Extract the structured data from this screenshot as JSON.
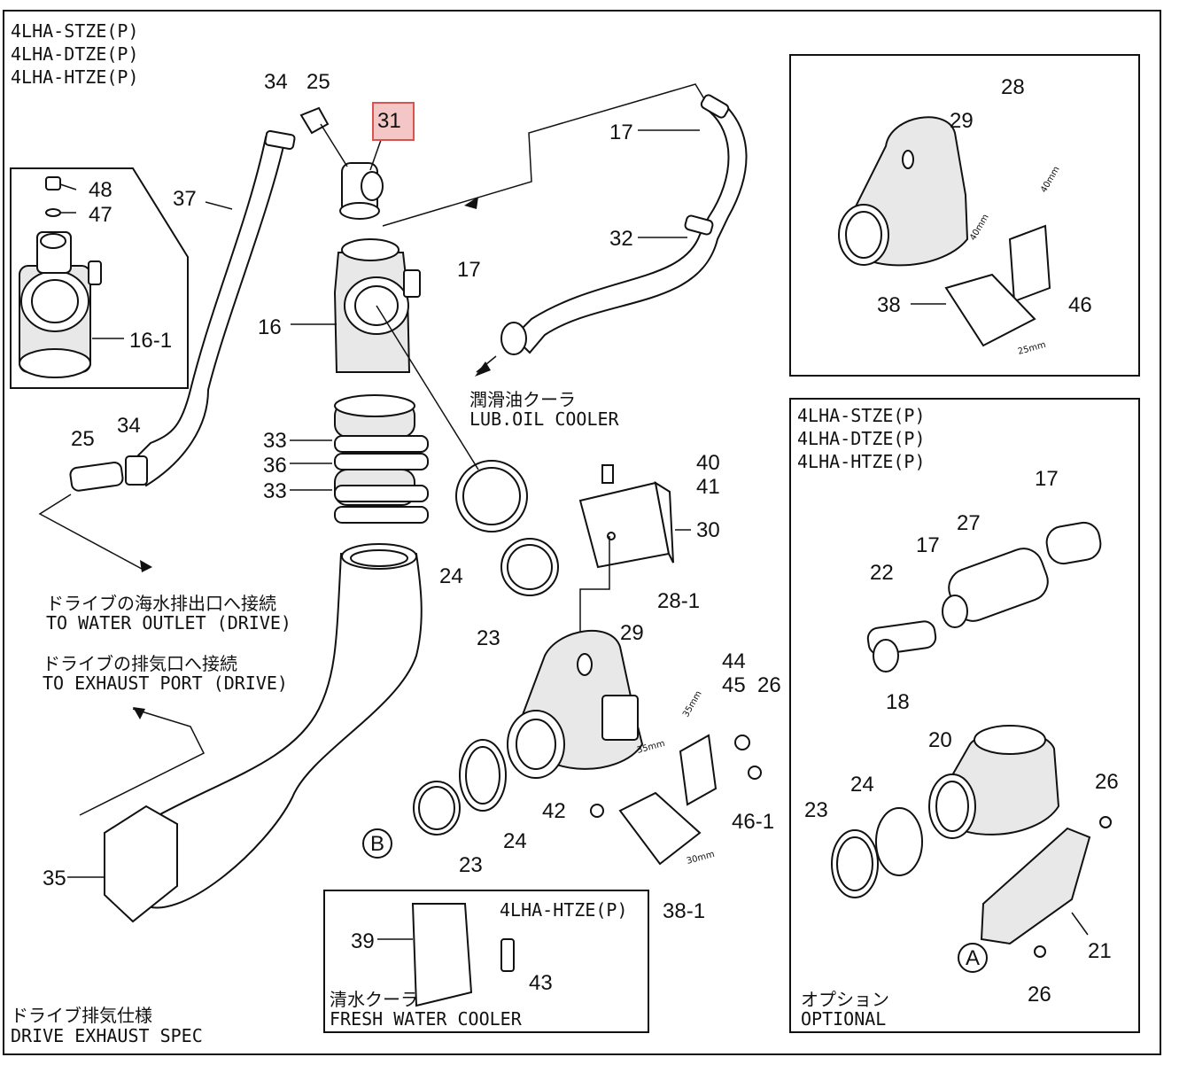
{
  "model_header": [
    "4LHA-STZE(P)",
    "4LHA-DTZE(P)",
    "4LHA-HTZE(P)"
  ],
  "options_header": [
    "4LHA-STZE(P)",
    "4LHA-DTZE(P)",
    "4LHA-HTZE(P)"
  ],
  "captions": {
    "lub_jp": "潤滑油クーラ",
    "lub_en": "LUB.OIL COOLER",
    "water_jp": "ドライブの海水排出口へ接続",
    "water_en": "TO WATER OUTLET (DRIVE)",
    "exhaust_jp": "ドライブの排気口へ接続",
    "exhaust_en": "TO EXHAUST PORT (DRIVE)",
    "spec_jp": "ドライブ排気仕様",
    "spec_en": "DRIVE EXHAUST SPEC",
    "fresh_model": "4LHA-HTZE(P)",
    "fresh_jp": "清水クーラ",
    "fresh_en": "FRESH WATER COOLER",
    "optional_jp": "オプション",
    "optional_en": "OPTIONAL"
  },
  "highlighted_part": "31",
  "part_labels": {
    "p34a": "34",
    "p25a": "25",
    "p31": "31",
    "p17a": "17",
    "p32": "32",
    "p17b": "17",
    "p48": "48",
    "p47": "47",
    "p16_1": "16-1",
    "p37": "37",
    "p16": "16",
    "p33a": "33",
    "p36": "36",
    "p33b": "33",
    "p25b": "25",
    "p34b": "34",
    "p24a": "24",
    "p23a": "23",
    "p40": "40",
    "p41": "41",
    "p30": "30",
    "p28_1": "28-1",
    "p29a": "29",
    "p44": "44",
    "p45": "45",
    "p26a": "26",
    "p42": "42",
    "p46_1": "46-1",
    "p38_1": "38-1",
    "p24b": "24",
    "p23b": "23",
    "p35": "35",
    "p39": "39",
    "p43": "43",
    "p28": "28",
    "p29b": "29",
    "p38": "38",
    "p46": "46",
    "p17c": "17",
    "p27": "27",
    "p17d": "17",
    "p22": "22",
    "p18": "18",
    "p20": "20",
    "p24c": "24",
    "p23c": "23",
    "p26b": "26",
    "p21": "21",
    "p26c": "26"
  },
  "circle_refs": {
    "b": "B",
    "a": "A"
  },
  "dims": {
    "d40a": "40mm",
    "d40b": "40mm",
    "d25a": "25mm",
    "d35a": "35mm",
    "d35b": "35mm",
    "d30": "30mm"
  }
}
